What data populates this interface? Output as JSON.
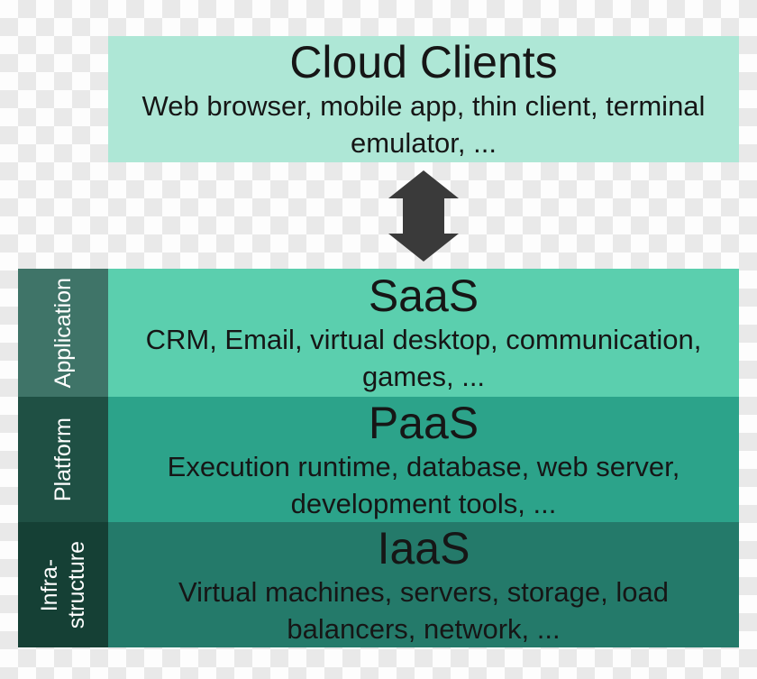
{
  "colors": {
    "client_box": "#aee7d6",
    "arrow": "#3a3a3a",
    "saas_main": "#5bcfae",
    "saas_sidebar": "#3f7468",
    "paas_main": "#2ca38a",
    "paas_sidebar": "#1f5044",
    "iaas_main": "#247a6a",
    "iaas_sidebar": "#154035",
    "text_dark": "#161616",
    "text_light": "#ffffff",
    "checker_light": "#fdfdfd",
    "checker_gray": "#e9e9e9"
  },
  "client_box": {
    "title": "Cloud Clients",
    "subtitle_lines": [
      "Web browser, mobile app, thin client, terminal",
      "emulator, ..."
    ]
  },
  "arrow": {
    "icon": "double-vertical-arrow"
  },
  "layers": [
    {
      "sidebar_lines": [
        "Application"
      ],
      "title": "SaaS",
      "subtitle_lines": [
        "CRM, Email, virtual desktop, communication,",
        "games, ..."
      ]
    },
    {
      "sidebar_lines": [
        "Platform"
      ],
      "title": "PaaS",
      "subtitle_lines": [
        "Execution runtime, database, web server,",
        "development tools, ..."
      ]
    },
    {
      "sidebar_lines": [
        "Infra-",
        "structure"
      ],
      "title": "IaaS",
      "subtitle_lines": [
        "Virtual machines, servers, storage, load",
        "balancers, network, ..."
      ]
    }
  ]
}
